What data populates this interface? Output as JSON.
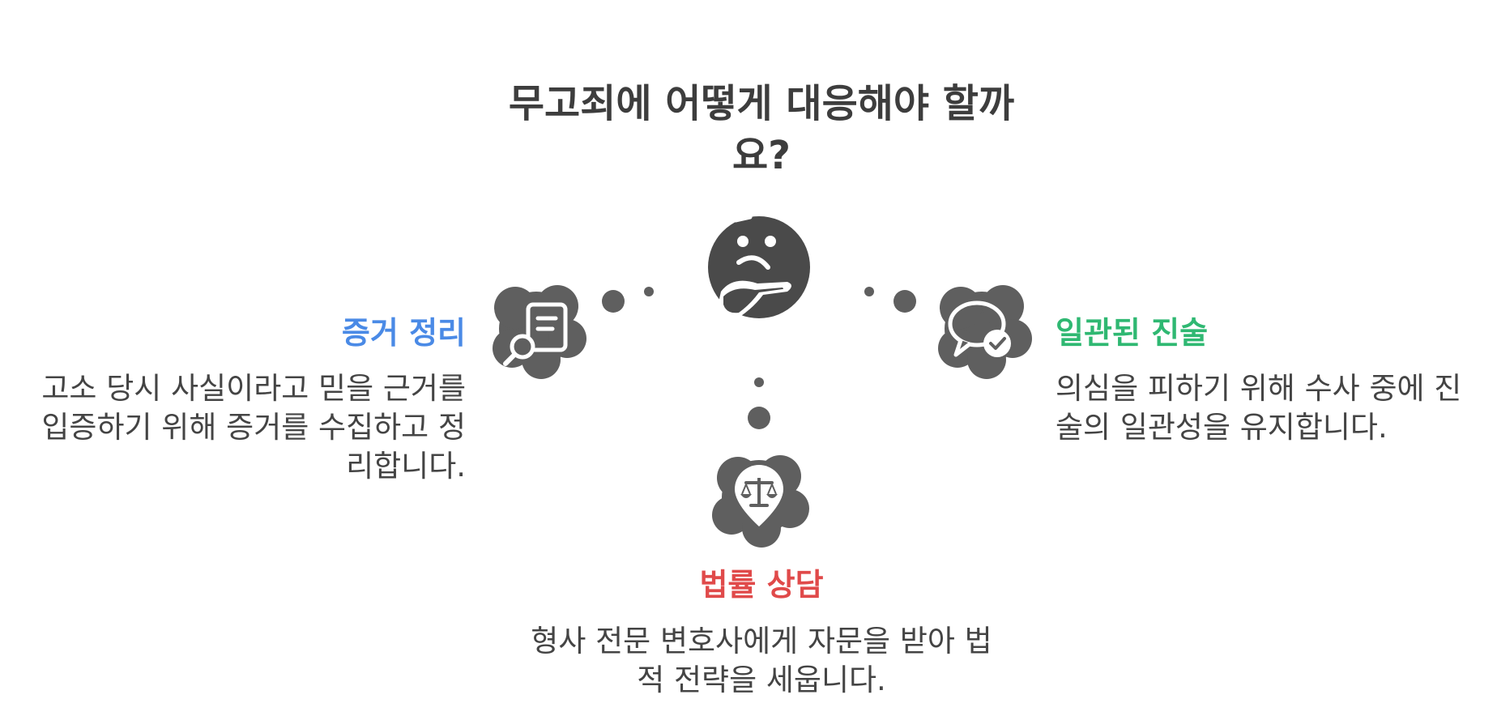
{
  "title": "무고죄에 어떻게 대응해야 할까요?",
  "colors": {
    "icon": "#5f5f5f",
    "center_icon": "#4a4a4a",
    "evidence": "#4a8ae6",
    "consistent": "#2fb872",
    "legal": "#e04a4a"
  },
  "center": {
    "icon": "thinking-face-icon"
  },
  "items": {
    "evidence": {
      "title": "증거 정리",
      "desc": "고소 당시 사실이라고 믿을 근거를 입증하기 위해 증거를 수집하고 정리합니다.",
      "icon": "document-search-icon"
    },
    "consistent": {
      "title": "일관된 진술",
      "desc": "의심을 피하기 위해 수사 중에 진술의 일관성을 유지합니다.",
      "icon": "speech-bubble-check-icon"
    },
    "legal": {
      "title": "법률 상담",
      "desc": "형사 전문 변호사에게 자문을 받아 법적 전략을 세웁니다.",
      "icon": "scales-pin-icon"
    }
  }
}
